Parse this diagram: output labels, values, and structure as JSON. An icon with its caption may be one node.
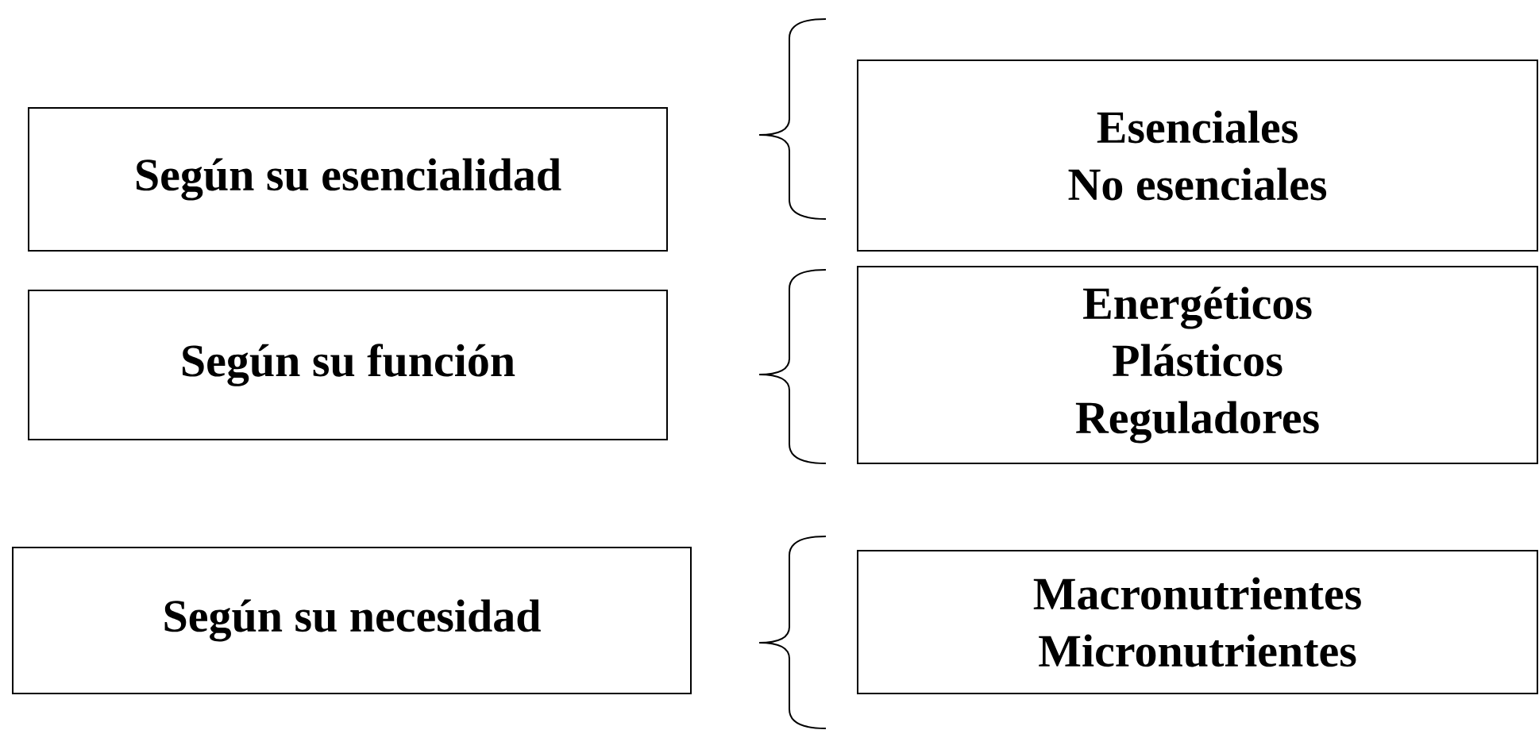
{
  "diagram": {
    "nodes": [
      {
        "text": [
          "Según su esencialidad"
        ]
      },
      {
        "text": [
          "Esenciales",
          "No esenciales"
        ]
      },
      {
        "text": [
          "Según su función"
        ]
      },
      {
        "text": [
          "Energéticos",
          "Plásticos",
          "Reguladores"
        ]
      },
      {
        "text": [
          "Según su necesidad"
        ]
      },
      {
        "text": [
          "Macronutrientes",
          "Micronutrientes"
        ]
      }
    ]
  }
}
